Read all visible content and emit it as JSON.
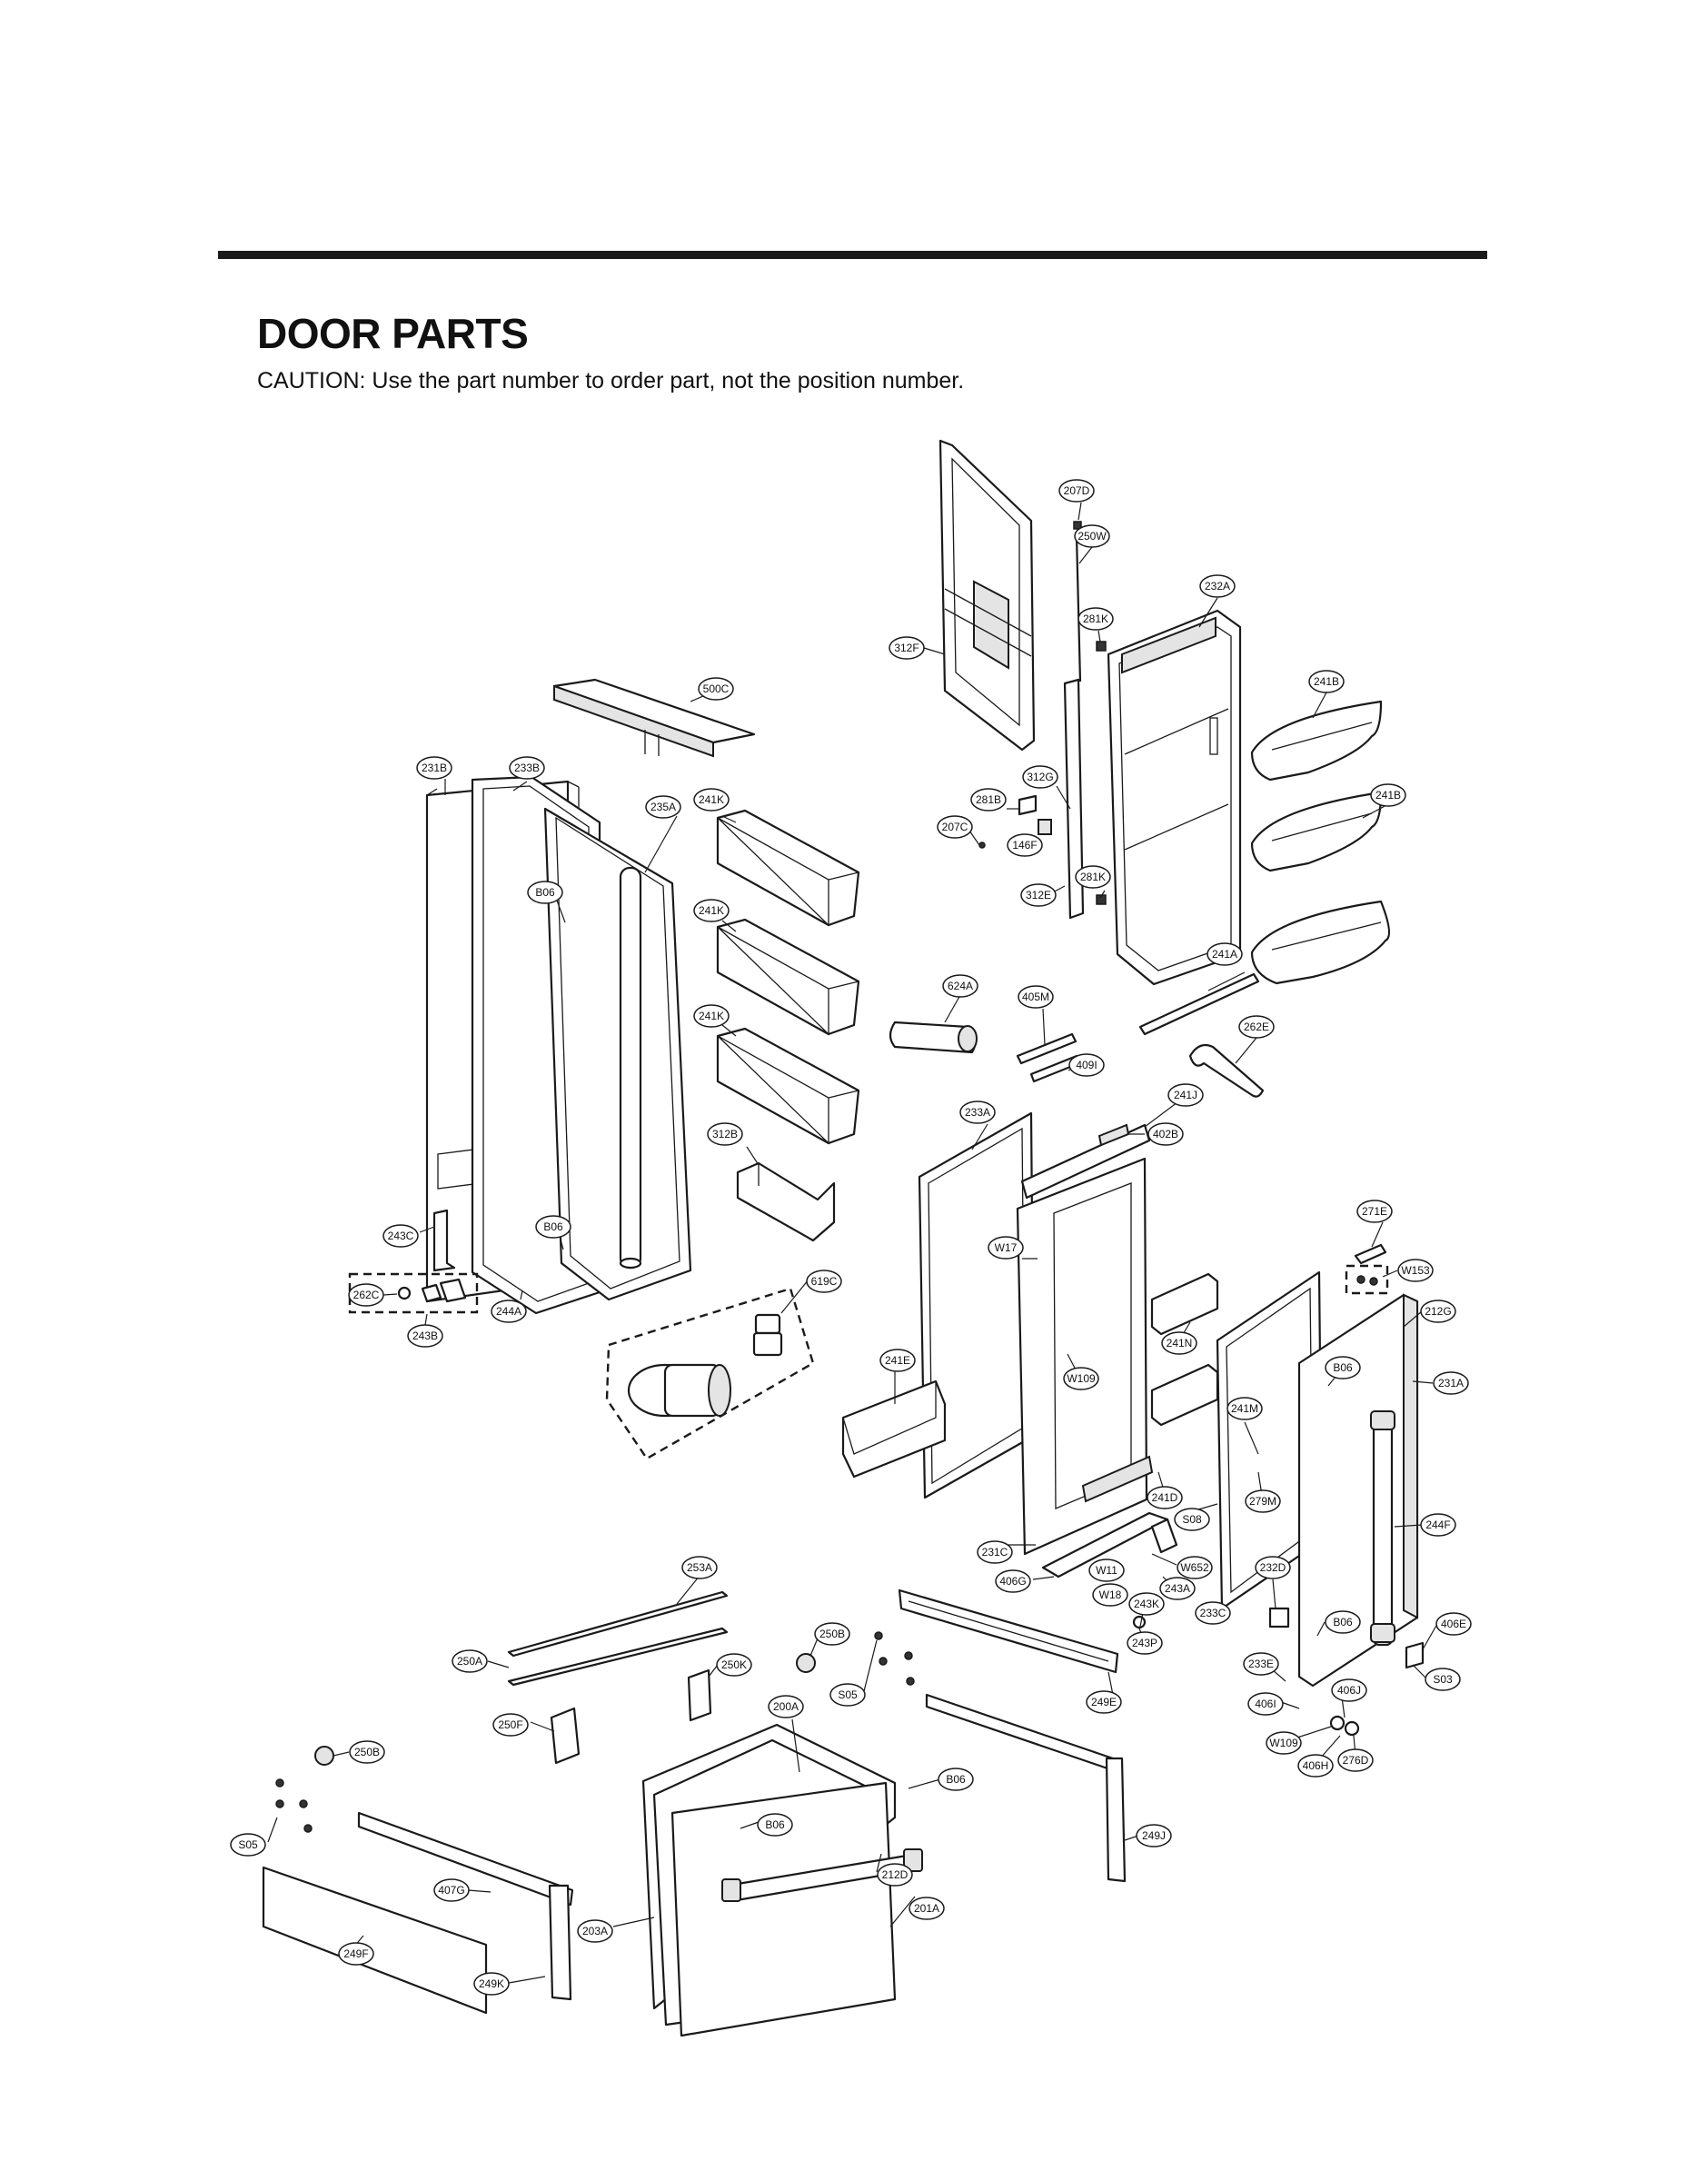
{
  "title": "DOOR PARTS",
  "caution": "CAUTION: Use the part number to order part, not the position number.",
  "callouts": [
    {
      "id": "c-207d",
      "label": "207D"
    },
    {
      "id": "c-250w",
      "label": "250W"
    },
    {
      "id": "c-232a",
      "label": "232A"
    },
    {
      "id": "c-281k-a",
      "label": "281K"
    },
    {
      "id": "c-312f",
      "label": "312F"
    },
    {
      "id": "c-241b-a",
      "label": "241B"
    },
    {
      "id": "c-500c",
      "label": "500C"
    },
    {
      "id": "c-231b",
      "label": "231B"
    },
    {
      "id": "c-233b",
      "label": "233B"
    },
    {
      "id": "c-312g",
      "label": "312G"
    },
    {
      "id": "c-281b",
      "label": "281B"
    },
    {
      "id": "c-241b-b",
      "label": "241B"
    },
    {
      "id": "c-235a",
      "label": "235A"
    },
    {
      "id": "c-241k-a",
      "label": "241K"
    },
    {
      "id": "c-207c",
      "label": "207C"
    },
    {
      "id": "c-146f",
      "label": "146F"
    },
    {
      "id": "c-281k-b",
      "label": "281K"
    },
    {
      "id": "c-312e",
      "label": "312E"
    },
    {
      "id": "c-b06-a",
      "label": "B06"
    },
    {
      "id": "c-241k-b",
      "label": "241K"
    },
    {
      "id": "c-241a",
      "label": "241A"
    },
    {
      "id": "c-624a",
      "label": "624A"
    },
    {
      "id": "c-405m",
      "label": "405M"
    },
    {
      "id": "c-262e",
      "label": "262E"
    },
    {
      "id": "c-241k-c",
      "label": "241K"
    },
    {
      "id": "c-409i",
      "label": "409I"
    },
    {
      "id": "c-241j",
      "label": "241J"
    },
    {
      "id": "c-233a",
      "label": "233A"
    },
    {
      "id": "c-402b",
      "label": "402B"
    },
    {
      "id": "c-312b",
      "label": "312B"
    },
    {
      "id": "c-271e",
      "label": "271E"
    },
    {
      "id": "c-243c",
      "label": "243C"
    },
    {
      "id": "c-b06-b",
      "label": "B06"
    },
    {
      "id": "c-w153",
      "label": "W153"
    },
    {
      "id": "c-w17",
      "label": "W17"
    },
    {
      "id": "c-619c",
      "label": "619C"
    },
    {
      "id": "c-262c",
      "label": "262C"
    },
    {
      "id": "c-212g",
      "label": "212G"
    },
    {
      "id": "c-244a",
      "label": "244A"
    },
    {
      "id": "c-243b",
      "label": "243B"
    },
    {
      "id": "c-241n",
      "label": "241N"
    },
    {
      "id": "c-b06-c",
      "label": "B06"
    },
    {
      "id": "c-241e",
      "label": "241E"
    },
    {
      "id": "c-w109-a",
      "label": "W109"
    },
    {
      "id": "c-231a",
      "label": "231A"
    },
    {
      "id": "c-241m",
      "label": "241M"
    },
    {
      "id": "c-241d",
      "label": "241D"
    },
    {
      "id": "c-279m",
      "label": "279M"
    },
    {
      "id": "c-s08",
      "label": "S08"
    },
    {
      "id": "c-244f",
      "label": "244F"
    },
    {
      "id": "c-231c",
      "label": "231C"
    },
    {
      "id": "c-w652",
      "label": "W652"
    },
    {
      "id": "c-w11",
      "label": "W11"
    },
    {
      "id": "c-232d",
      "label": "232D"
    },
    {
      "id": "c-253a",
      "label": "253A"
    },
    {
      "id": "c-406g",
      "label": "406G"
    },
    {
      "id": "c-243a",
      "label": "243A"
    },
    {
      "id": "c-w18",
      "label": "W18"
    },
    {
      "id": "c-243k",
      "label": "243K"
    },
    {
      "id": "c-233c",
      "label": "233C"
    },
    {
      "id": "c-b06-d",
      "label": "B06"
    },
    {
      "id": "c-406e",
      "label": "406E"
    },
    {
      "id": "c-250b-a",
      "label": "250B"
    },
    {
      "id": "c-243p",
      "label": "243P"
    },
    {
      "id": "c-250a",
      "label": "250A"
    },
    {
      "id": "c-250k",
      "label": "250K"
    },
    {
      "id": "c-233e",
      "label": "233E"
    },
    {
      "id": "c-s03",
      "label": "S03"
    },
    {
      "id": "c-s05-a",
      "label": "S05"
    },
    {
      "id": "c-249e",
      "label": "249E"
    },
    {
      "id": "c-406j",
      "label": "406J"
    },
    {
      "id": "c-200a",
      "label": "200A"
    },
    {
      "id": "c-406i",
      "label": "406I"
    },
    {
      "id": "c-250f",
      "label": "250F"
    },
    {
      "id": "c-w109-b",
      "label": "W109"
    },
    {
      "id": "c-276d",
      "label": "276D"
    },
    {
      "id": "c-250b-b",
      "label": "250B"
    },
    {
      "id": "c-406h",
      "label": "406H"
    },
    {
      "id": "c-b06-e",
      "label": "B06"
    },
    {
      "id": "c-b06-f",
      "label": "B06"
    },
    {
      "id": "c-s05-b",
      "label": "S05"
    },
    {
      "id": "c-249j",
      "label": "249J"
    },
    {
      "id": "c-407g",
      "label": "407G"
    },
    {
      "id": "c-212d",
      "label": "212D"
    },
    {
      "id": "c-201a",
      "label": "201A"
    },
    {
      "id": "c-203a",
      "label": "203A"
    },
    {
      "id": "c-249f",
      "label": "249F"
    },
    {
      "id": "c-249k",
      "label": "249K"
    }
  ]
}
